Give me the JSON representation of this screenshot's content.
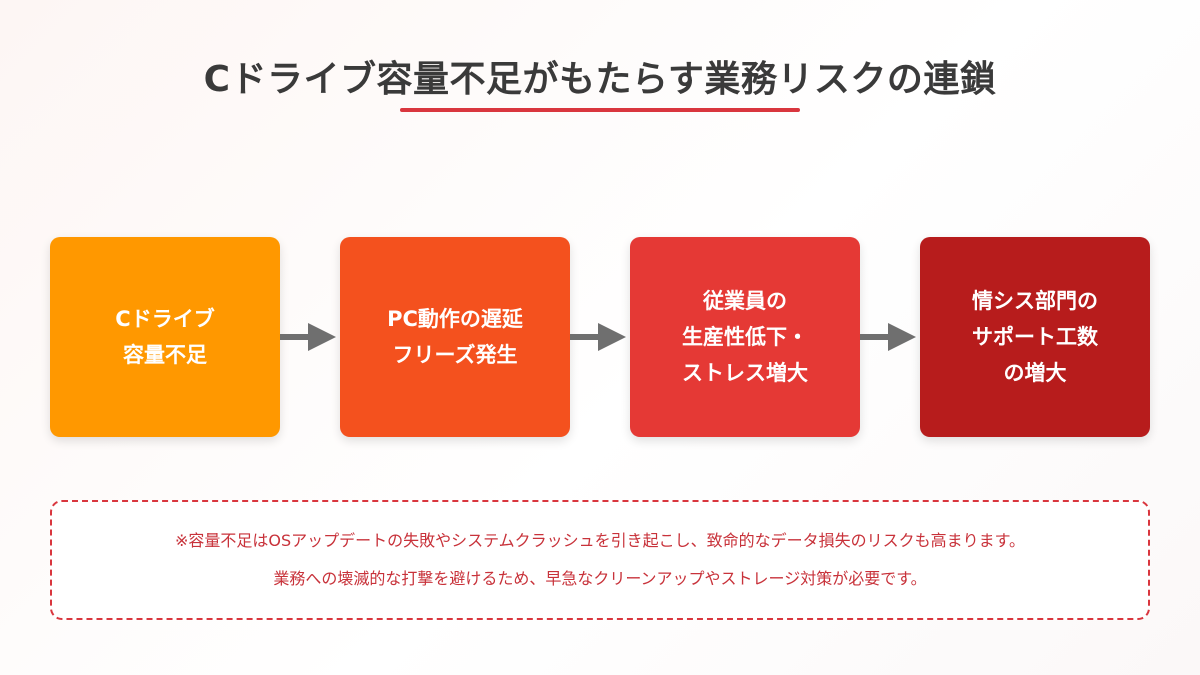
{
  "title": "Cドライブ容量不足がもたらす業務リスクの連鎖",
  "colors": {
    "accent": "#d9363e",
    "title_text": "#3a3a3a",
    "arrow": "#6f6f6f"
  },
  "flow": {
    "steps": [
      {
        "label": "Cドライブ\n容量不足",
        "color": "#ff9800"
      },
      {
        "label": "PC動作の遅延\nフリーズ発生",
        "color": "#f4511e"
      },
      {
        "label": "従業員の\n生産性低下・\nストレス増大",
        "color": "#e53935"
      },
      {
        "label": "情シス部門の\nサポート工数\nの増大",
        "color": "#b71c1c"
      }
    ]
  },
  "note": {
    "line1": "※容量不足はOSアップデートの失敗やシステムクラッシュを引き起こし、致命的なデータ損失のリスクも高まります。",
    "line2": "業務への壊滅的な打撃を避けるため、早急なクリーンアップやストレージ対策が必要です。"
  }
}
